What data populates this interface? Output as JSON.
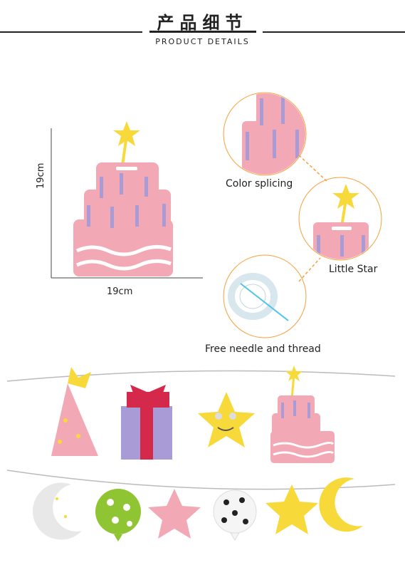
{
  "header": {
    "title_cn": "产品细节",
    "title_en": "PRODUCT DETAILS"
  },
  "dimensions": {
    "height_label": "19cm",
    "width_label": "19cm"
  },
  "callouts": {
    "color_splicing": "Color splicing",
    "little_star": "Little Star",
    "needle_thread": "Free needle and thread"
  },
  "colors": {
    "cake_pink": "#f2a9b5",
    "purple": "#a99bd6",
    "yellow": "#f7d93a",
    "orange_dash": "#f5a03a",
    "red": "#d4294a",
    "green": "#8fc532"
  }
}
